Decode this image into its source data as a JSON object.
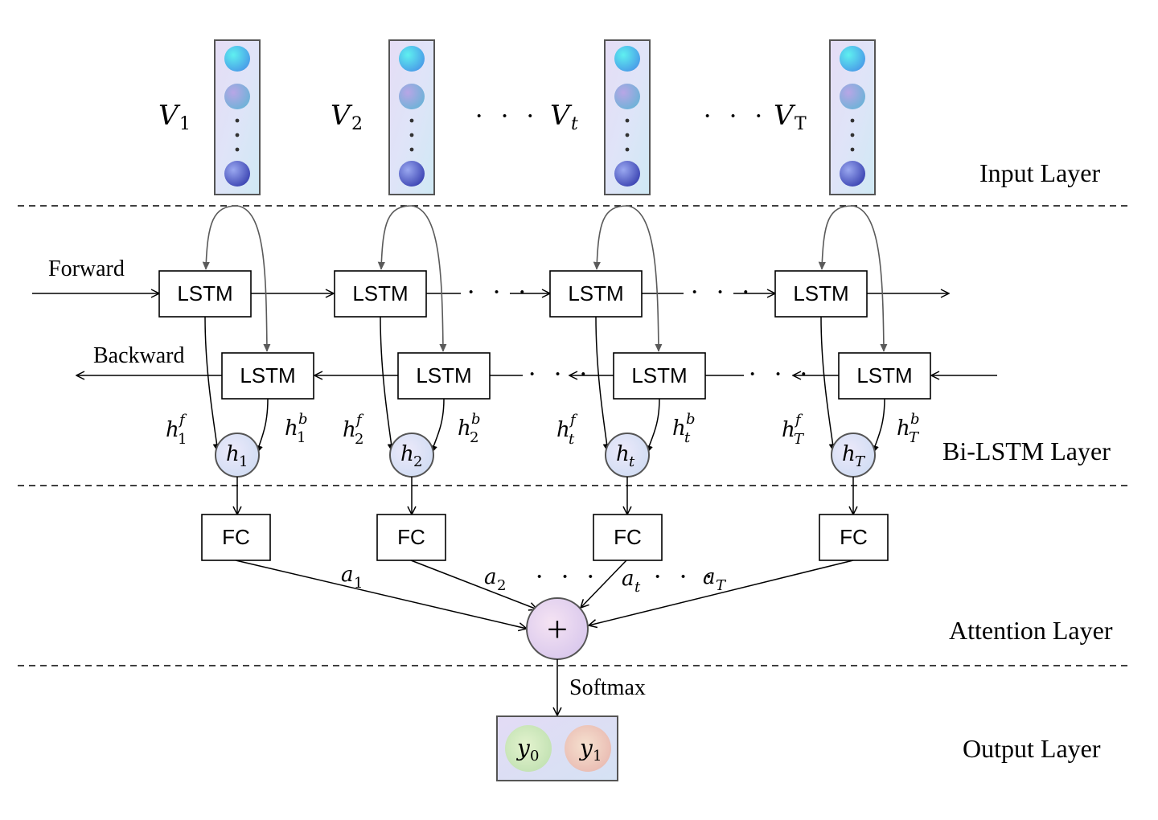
{
  "layers": {
    "input": "Input Layer",
    "bilstm": "Bi-LSTM Layer",
    "attention": "Attention Layer",
    "output": "Output Layer"
  },
  "direction_labels": {
    "forward": "Forward",
    "backward": "Backward"
  },
  "box_labels": {
    "lstm": "LSTM",
    "fc": "FC"
  },
  "softmax_label": "Softmax",
  "plus_symbol": "+",
  "ellipsis": "· · ·",
  "timesteps": [
    {
      "v": "V",
      "v_sub": "1",
      "hf_sub": "1",
      "hb_sub": "1",
      "h_sub": "1",
      "a_sub": "1"
    },
    {
      "v": "V",
      "v_sub": "2",
      "hf_sub": "2",
      "hb_sub": "2",
      "h_sub": "2",
      "a_sub": "2"
    },
    {
      "v": "V",
      "v_sub": "t",
      "hf_sub": "t",
      "hb_sub": "t",
      "h_sub": "t",
      "a_sub": "t"
    },
    {
      "v": "V",
      "v_sub": "T",
      "hf_sub": "T",
      "hb_sub": "T",
      "h_sub": "T",
      "a_sub": "T"
    }
  ],
  "hidden_symbols": {
    "h": "h",
    "f": "f",
    "b": "b",
    "a": "a"
  },
  "outputs": [
    {
      "symbol": "y",
      "sub": "0"
    },
    {
      "symbol": "y",
      "sub": "1"
    }
  ],
  "colors": {
    "line": "#000000",
    "gray_arrow": "#5a5a5a",
    "dashed": "#000000",
    "node_fill": "#e3e6f7",
    "node_stroke": "#555555"
  }
}
